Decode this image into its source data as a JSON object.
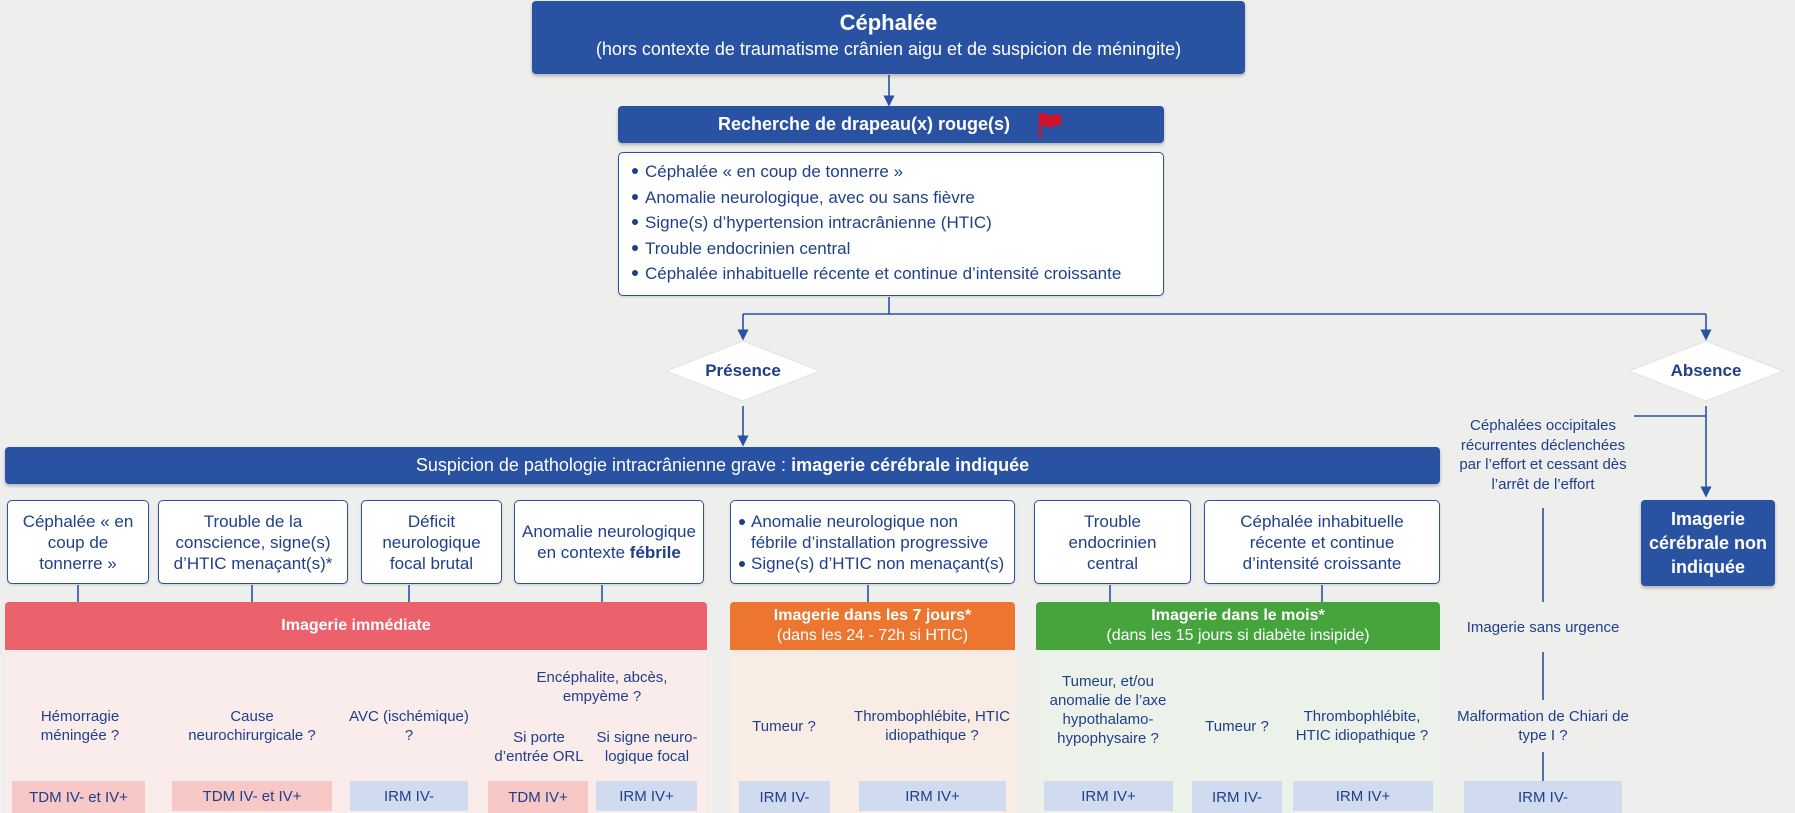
{
  "title": "Céphalée",
  "subtitle": "(hors contexte de traumatisme crânien aigu et de suspicion de méningite)",
  "red_flags": {
    "header": "Recherche de drapeau(x) rouge(s)",
    "items": [
      "Céphalée « en coup de tonnerre »",
      "Anomalie neurologique, avec ou sans fièvre",
      "Signe(s) d’hypertension intracrânienne (HTIC)",
      "Trouble endocrinien central",
      "Céphalée inhabituelle récente et continue d’intensité croissante"
    ]
  },
  "decisions": {
    "presence": "Présence",
    "absence": "Absence"
  },
  "suspicion": {
    "prefix": "Suspicion de pathologie intracrânienne grave : ",
    "bold": "imagerie cérébrale indiquée"
  },
  "criteria": {
    "c1": "Céphalée « en coup de tonnerre »",
    "c2": "Trouble de la conscience, signe(s) d’HTIC menaçant(s)*",
    "c3": "Déficit neurologique focal brutal",
    "c4_prefix": "Anomalie neurologique en contexte ",
    "c4_bold": "fébrile",
    "c5a": "Anomalie neurologique non fébrile d’installation progressive",
    "c5b": "Signe(s) d’HTIC non menaçant(s)",
    "c6": "Trouble endocrinien central",
    "c7": "Céphalée inhabituelle récente et continue d’intensité croissante"
  },
  "bands": {
    "immediate": "Imagerie immédiate",
    "seven_days_title": "Imagerie dans les 7 jours*",
    "seven_days_sub": "(dans les 24 - 72h si HTIC)",
    "month_title": "Imagerie dans le mois*",
    "month_sub": "(dans les 15 jours si diabète insipide)"
  },
  "questions": {
    "q1": "Hémorragie méningée ?",
    "q2": "Cause neurochirurgicale ?",
    "q3": "AVC (ischémique) ?",
    "q4": "Encéphalite, abcès, empyème ?",
    "q4a": "Si porte d’entrée ORL",
    "q4b": "Si signe neuro-logique focal",
    "q5": "Tumeur ?",
    "q6": "Thrombophlébite, HTIC idiopathique ?",
    "q7": "Tumeur, et/ou anomalie de l’axe hypothalamo-hypophysaire ?",
    "q8": "Tumeur ?",
    "q9": "Thrombophlébite, HTIC idiopathique ?"
  },
  "exams": {
    "e1": "TDM IV- et IV+",
    "e2": "TDM IV- et IV+",
    "e3": "IRM IV-",
    "e4a": "TDM IV+",
    "e4b": "IRM IV+",
    "e5": "IRM IV-",
    "e6": "IRM IV+",
    "e7": "IRM IV+",
    "e8": "IRM IV-",
    "e9": "IRM IV+",
    "e10": "IRM IV-"
  },
  "absence_branch": {
    "occipital": "Céphalées occipitales récurrentes déclenchées par l’effort et cessant dès l’arrêt de l’effort",
    "no_urgency": "Imagerie sans urgence",
    "chiari": "Malformation de Chiari de type I ?",
    "not_indicated": "Imagerie cérébrale non indiquée"
  },
  "colors": {
    "blue": "#2952a3",
    "red": "#eb616c",
    "orange": "#ec7530",
    "green": "#45a53c",
    "flag": "#d3112b"
  },
  "icons": {
    "flag": "red-flag-icon"
  }
}
